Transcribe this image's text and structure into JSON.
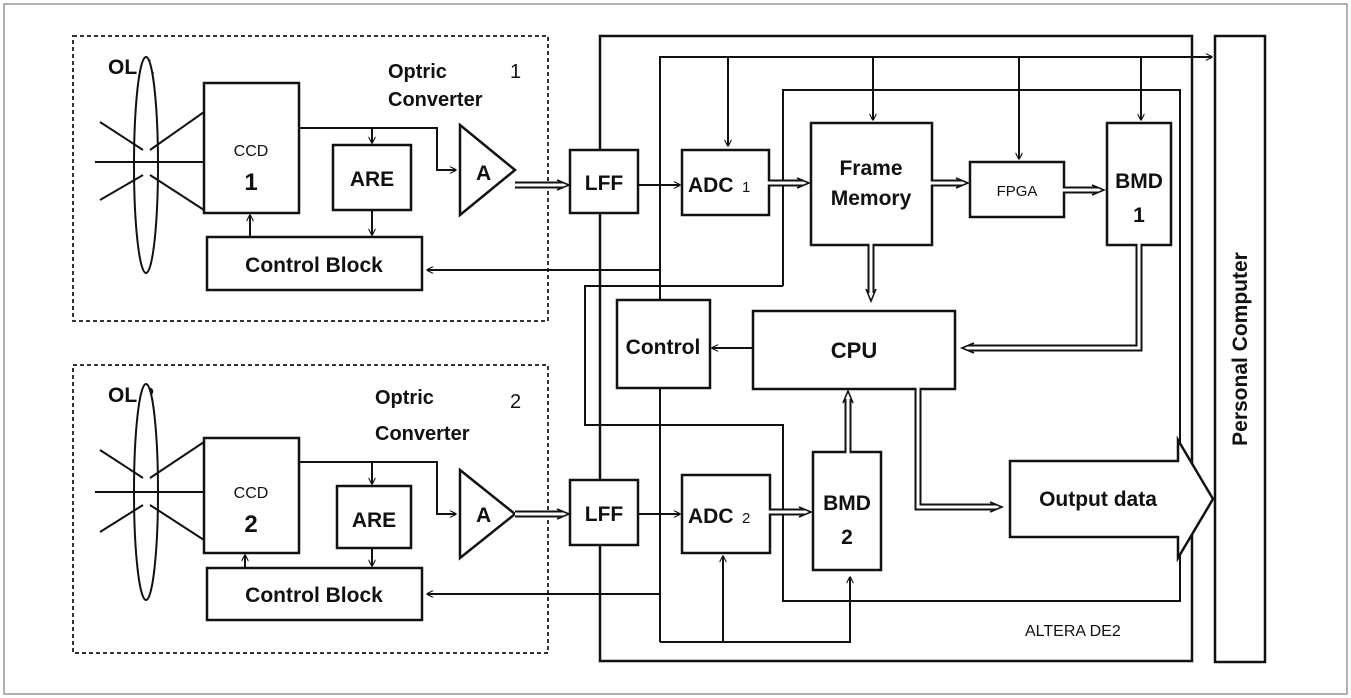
{
  "channel1": {
    "lens_label": "OL 1",
    "optic_label_line1": "Optric",
    "optic_label_line2": "Converter",
    "channel_number": "1",
    "ccd_line1": "CCD",
    "ccd_line2": "1",
    "are": "ARE",
    "amp": "A",
    "control_block": "Control Block",
    "lff": "LFF",
    "adc": "ADC",
    "adc_sub": "1"
  },
  "channel2": {
    "lens_label": "OL 2",
    "optic_label_line1": "Optric",
    "optic_label_line2": "Converter",
    "channel_number": "2",
    "ccd_line1": "CCD",
    "ccd_line2": "2",
    "are": "ARE",
    "amp": "A",
    "control_block": "Control Block",
    "lff": "LFF",
    "adc": "ADC",
    "adc_sub": "2"
  },
  "processing": {
    "frame_memory_line1": "Frame",
    "frame_memory_line2": "Memory",
    "fpga": "FPGA",
    "bmd1_line1": "BMD",
    "bmd1_line2": "1",
    "bmd2_line1": "BMD",
    "bmd2_line2": "2",
    "cpu": "CPU",
    "control": "Control",
    "output_data": "Output data",
    "board_label": "ALTERA DE2"
  },
  "pc_label": "Personal Computer"
}
